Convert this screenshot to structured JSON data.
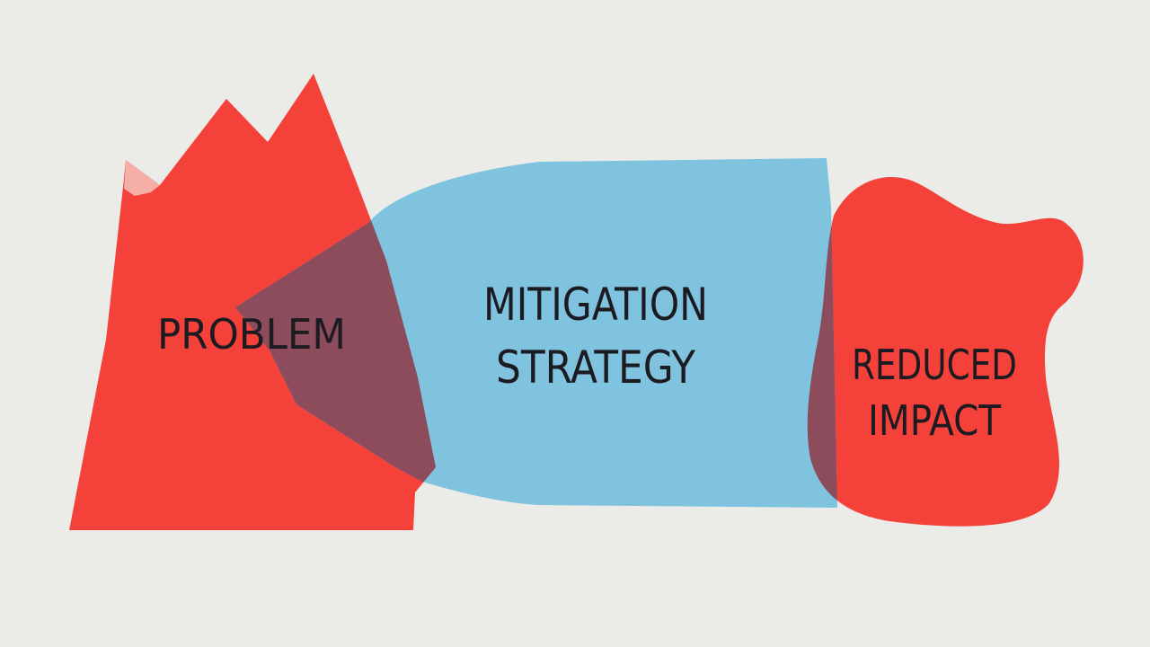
{
  "diagram": {
    "background_color": "#ebebe7",
    "problem": {
      "label": "PROBLEM",
      "color": "#f4413a"
    },
    "mitigation": {
      "label_line1": "MITIGATION",
      "label_line2": "STRATEGY",
      "color": "#7fc3df"
    },
    "reduced_impact": {
      "label_line1": "REDUCED",
      "label_line2": "IMPACT",
      "color": "#f4413a"
    },
    "overlap_color": "#8d4c5c"
  }
}
